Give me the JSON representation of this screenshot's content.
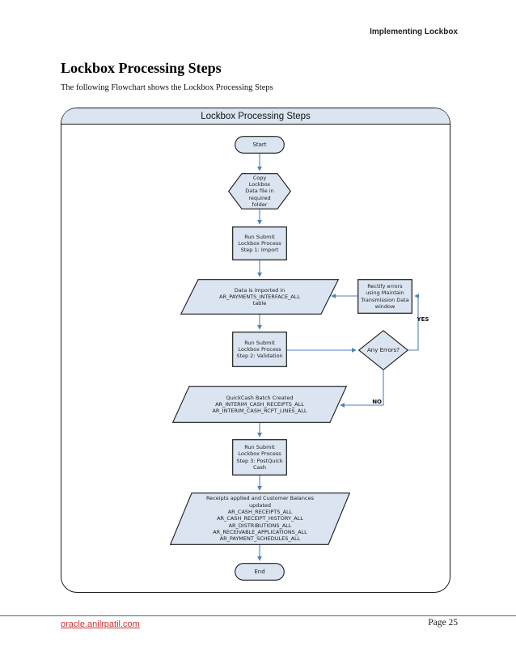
{
  "page": {
    "header_right": "Implementing Lockbox",
    "title": "Lockbox Processing Steps",
    "subtitle": "The following Flowchart shows the Lockbox Processing Steps",
    "footer": {
      "link": "oracle.anilrpatil.com",
      "page_number": "Page 25"
    }
  },
  "flowchart": {
    "title": "Lockbox Processing Steps",
    "colors": {
      "node_fill": "#dbe5f1",
      "node_border": "#1a1a1a",
      "connector": "#4f81bd"
    },
    "nodes": {
      "start": {
        "type": "terminator",
        "label": "Start"
      },
      "copy": {
        "type": "preparation",
        "label": "Copy\nLockbox\nData file in\nrequired\nfolder"
      },
      "step1": {
        "type": "process",
        "label": "Run Submit\nLockbox Process\nStep 1: Import"
      },
      "import_data": {
        "type": "data",
        "label": "Data is imported in\nAR_PAYMENTS_INTERFACE_ALL\ntable"
      },
      "rectify": {
        "type": "process",
        "label": "Rectify errors\nusing Maintain\nTransmission Data\nwindow"
      },
      "step2": {
        "type": "process",
        "label": "Run Submit\nLockbox Process\nStep 2: Validation"
      },
      "any_errors": {
        "type": "decision",
        "label": "Any Errors?"
      },
      "quickcash": {
        "type": "data",
        "label": "QuickCash Batch Created\nAR_INTERIM_CASH_RECEIPTS_ALL\nAR_INTERIM_CASH_RCPT_LINES_ALL"
      },
      "step3": {
        "type": "process",
        "label": "Run Submit\nLockbox Process\nStep 3: PostQuick\nCash"
      },
      "receipts": {
        "type": "data",
        "label": "Receipts applied and Customer Balances\nupdated\nAR_CASH_RECEIPTS_ALL\nAR_CASH_RECEIPT_HISTORY_ALL\nAR_DISTRIBUTIONS_ALL\nAR_RECEIVABLE_APPLICATIONS_ALL\nAR_PAYMENT_SCHEDULES_ALL"
      },
      "end": {
        "type": "terminator",
        "label": "End"
      }
    },
    "edge_labels": {
      "yes": "YES",
      "no": "NO"
    }
  }
}
